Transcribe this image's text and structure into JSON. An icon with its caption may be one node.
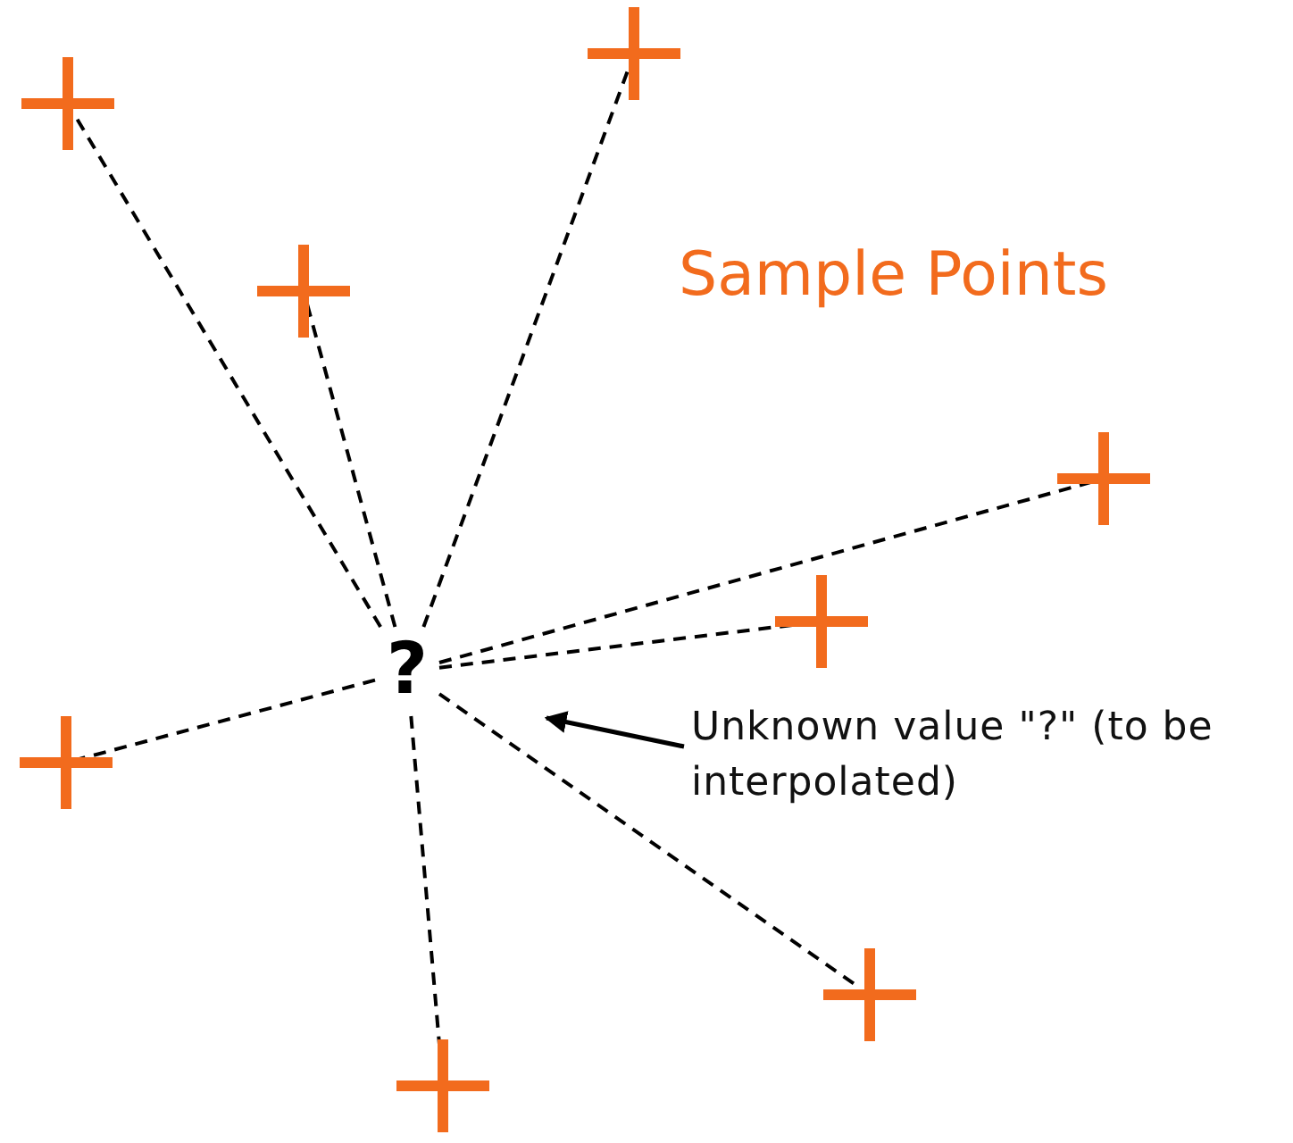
{
  "diagram": {
    "nodes": [
      {
        "text": [
          "?"
        ]
      },
      {
        "text": [],
        "shape": "cross"
      },
      {
        "text": [],
        "shape": "cross"
      },
      {
        "text": [],
        "shape": "cross"
      },
      {
        "text": [],
        "shape": "cross"
      },
      {
        "text": [],
        "shape": "cross"
      },
      {
        "text": [],
        "shape": "cross"
      },
      {
        "text": [],
        "shape": "cross"
      },
      {
        "text": [],
        "shape": "cross"
      },
      {
        "text": [
          "Unknown value \"?\" (to be interpolated)"
        ]
      }
    ],
    "edges": [
      {
        "from": 0,
        "to": 1,
        "arrow": "none",
        "style": "dashed"
      },
      {
        "from": 0,
        "to": 2,
        "arrow": "none",
        "style": "dashed"
      },
      {
        "from": 0,
        "to": 3,
        "arrow": "none",
        "style": "dashed"
      },
      {
        "from": 0,
        "to": 4,
        "arrow": "none",
        "style": "dashed"
      },
      {
        "from": 0,
        "to": 5,
        "arrow": "none",
        "style": "dashed"
      },
      {
        "from": 0,
        "to": 6,
        "arrow": "none",
        "style": "dashed"
      },
      {
        "from": 0,
        "to": 7,
        "arrow": "none",
        "style": "dashed"
      },
      {
        "from": 0,
        "to": 8,
        "arrow": "none",
        "style": "dashed"
      },
      {
        "from": 9,
        "to": null,
        "arrow": "to"
      }
    ],
    "labels": [
      "Sample Points"
    ]
  }
}
